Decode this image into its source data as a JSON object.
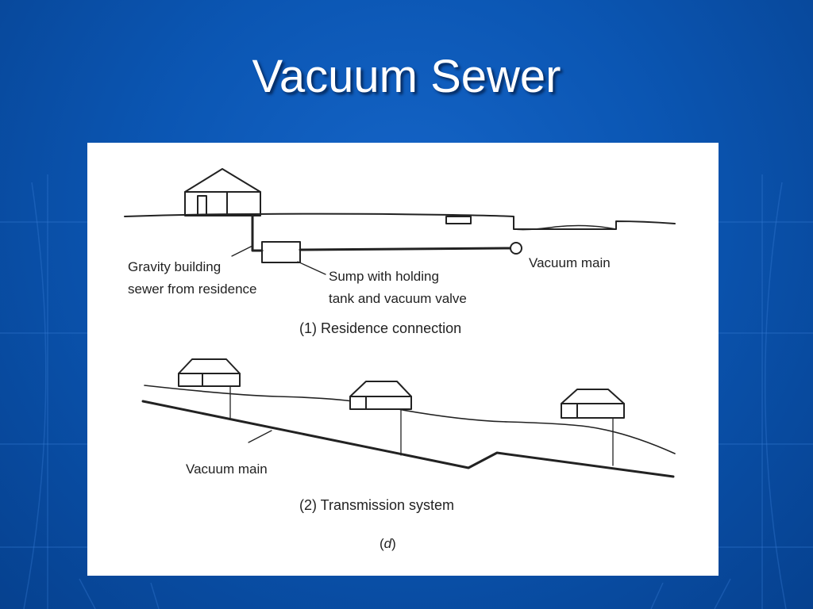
{
  "slide": {
    "title": "Vacuum Sewer"
  },
  "diagram": {
    "residence_connection": {
      "label_gravity_line1": "Gravity building",
      "label_gravity_line2": "sewer from residence",
      "label_sump_line1": "Sump with holding",
      "label_sump_line2": "tank and vacuum valve",
      "label_vacuum_main": "Vacuum main",
      "caption": "(1) Residence connection"
    },
    "transmission_system": {
      "label_vacuum_main": "Vacuum main",
      "caption": "(2) Transmission system"
    },
    "figure_caption_open": "(",
    "figure_caption_letter": "d",
    "figure_caption_close": ")"
  },
  "colors": {
    "background": "#0b56b3",
    "title": "#ffffff",
    "panel": "#ffffff",
    "line": "#222222"
  }
}
